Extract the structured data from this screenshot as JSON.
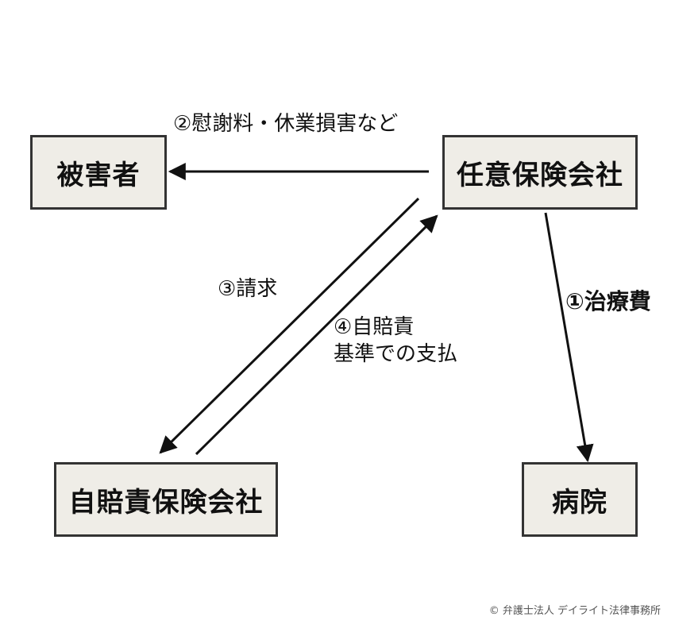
{
  "nodes": {
    "victim": "被害者",
    "voluntary_insurer": "任意保険会社",
    "compulsory_insurer": "自賠責保険会社",
    "hospital": "病院"
  },
  "edges": {
    "consolation": "②慰謝料・休業損害など",
    "medical_fee": "①治療費",
    "claim": "③請求",
    "payment_line1": "④自賠責",
    "payment_line2": "基準での支払"
  },
  "footer": {
    "copyright": "© 弁護士法人 デイライト法律事務所"
  },
  "colors": {
    "box_fill": "#efede7",
    "border": "#333333",
    "arrow": "#111111"
  }
}
